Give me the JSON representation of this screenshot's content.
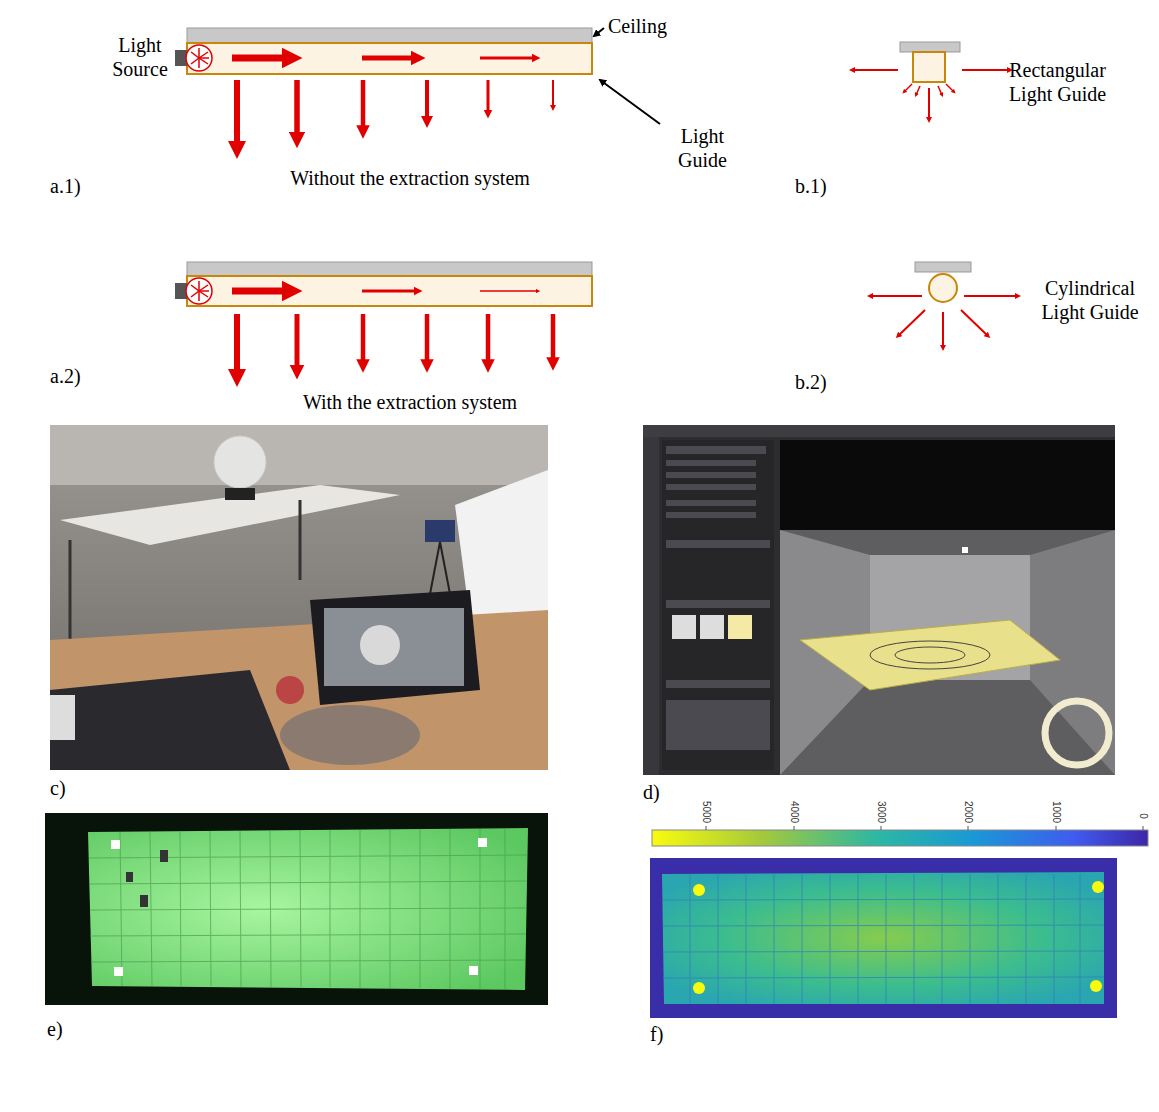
{
  "diagram": {
    "labels": [
      "Light Source",
      "Ceiling",
      "Light Guide",
      "a.1)",
      "Without the extraction system",
      "Rectangular Light Guide",
      "b.1)",
      "a.2)",
      "With the extraction system",
      "Cylindrical Light Guide",
      "b.2)",
      "c)",
      "d)",
      "e)",
      "f)",
      "5000",
      "4000",
      "3000",
      "2000",
      "1000",
      "0"
    ]
  }
}
